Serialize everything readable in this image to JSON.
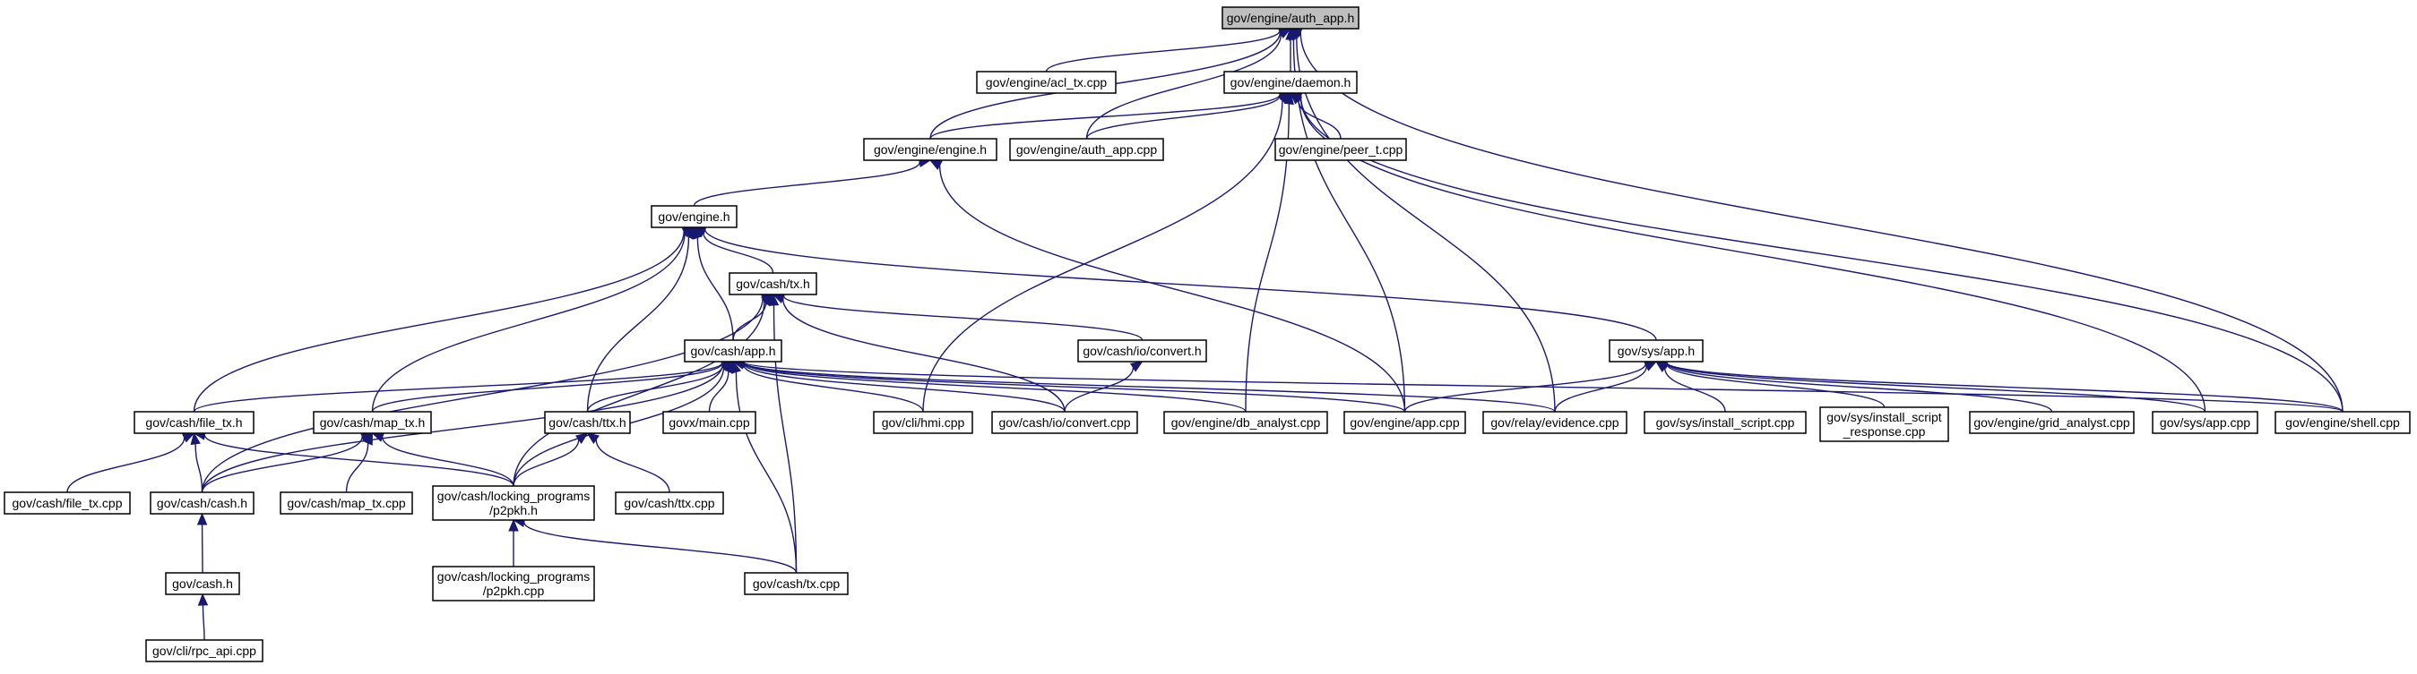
{
  "graph": {
    "edge_color": "#191970",
    "root_fill": "#bfbfbf",
    "nodes": [
      {
        "id": "auth_app_h",
        "lines": [
          "gov/engine/auth_app.h"
        ],
        "root": true
      },
      {
        "id": "acl_tx_cpp",
        "lines": [
          "gov/engine/acl_tx.cpp"
        ]
      },
      {
        "id": "daemon_h",
        "lines": [
          "gov/engine/daemon.h"
        ]
      },
      {
        "id": "engine_engine_h",
        "lines": [
          "gov/engine/engine.h"
        ]
      },
      {
        "id": "auth_app_cpp",
        "lines": [
          "gov/engine/auth_app.cpp"
        ]
      },
      {
        "id": "peer_t_cpp",
        "lines": [
          "gov/engine/peer_t.cpp"
        ]
      },
      {
        "id": "engine_h",
        "lines": [
          "gov/engine.h"
        ]
      },
      {
        "id": "cash_tx_h",
        "lines": [
          "gov/cash/tx.h"
        ]
      },
      {
        "id": "cash_app_h",
        "lines": [
          "gov/cash/app.h"
        ]
      },
      {
        "id": "io_convert_h",
        "lines": [
          "gov/cash/io/convert.h"
        ]
      },
      {
        "id": "sys_app_h",
        "lines": [
          "gov/sys/app.h"
        ]
      },
      {
        "id": "file_tx_h",
        "lines": [
          "gov/cash/file_tx.h"
        ]
      },
      {
        "id": "map_tx_h",
        "lines": [
          "gov/cash/map_tx.h"
        ]
      },
      {
        "id": "ttx_h",
        "lines": [
          "gov/cash/ttx.h"
        ]
      },
      {
        "id": "govx_main_cpp",
        "lines": [
          "govx/main.cpp"
        ]
      },
      {
        "id": "hmi_cpp",
        "lines": [
          "gov/cli/hmi.cpp"
        ]
      },
      {
        "id": "io_convert_cpp",
        "lines": [
          "gov/cash/io/convert.cpp"
        ]
      },
      {
        "id": "db_analyst_cpp",
        "lines": [
          "gov/engine/db_analyst.cpp"
        ]
      },
      {
        "id": "engine_app_cpp",
        "lines": [
          "gov/engine/app.cpp"
        ]
      },
      {
        "id": "evidence_cpp",
        "lines": [
          "gov/relay/evidence.cpp"
        ]
      },
      {
        "id": "install_script_cpp",
        "lines": [
          "gov/sys/install_script.cpp"
        ]
      },
      {
        "id": "install_script_response_cpp",
        "lines": [
          "gov/sys/install_script",
          "_response.cpp"
        ]
      },
      {
        "id": "grid_analyst_cpp",
        "lines": [
          "gov/engine/grid_analyst.cpp"
        ]
      },
      {
        "id": "sys_app_cpp",
        "lines": [
          "gov/sys/app.cpp"
        ]
      },
      {
        "id": "shell_cpp",
        "lines": [
          "gov/engine/shell.cpp"
        ]
      },
      {
        "id": "file_tx_cpp",
        "lines": [
          "gov/cash/file_tx.cpp"
        ]
      },
      {
        "id": "cash_cash_h",
        "lines": [
          "gov/cash/cash.h"
        ]
      },
      {
        "id": "map_tx_cpp",
        "lines": [
          "gov/cash/map_tx.cpp"
        ]
      },
      {
        "id": "p2pkh_h",
        "lines": [
          "gov/cash/locking_programs",
          "/p2pkh.h"
        ]
      },
      {
        "id": "ttx_cpp",
        "lines": [
          "gov/cash/ttx.cpp"
        ]
      },
      {
        "id": "cash_h",
        "lines": [
          "gov/cash.h"
        ]
      },
      {
        "id": "p2pkh_cpp",
        "lines": [
          "gov/cash/locking_programs",
          "/p2pkh.cpp"
        ]
      },
      {
        "id": "cash_tx_cpp",
        "lines": [
          "gov/cash/tx.cpp"
        ]
      },
      {
        "id": "rpc_api_cpp",
        "lines": [
          "gov/cli/rpc_api.cpp"
        ]
      }
    ],
    "edges": [
      [
        "acl_tx_cpp",
        "auth_app_h"
      ],
      [
        "daemon_h",
        "auth_app_h"
      ],
      [
        "engine_engine_h",
        "auth_app_h"
      ],
      [
        "auth_app_cpp",
        "auth_app_h"
      ],
      [
        "engine_app_cpp",
        "auth_app_h"
      ],
      [
        "evidence_cpp",
        "auth_app_h"
      ],
      [
        "shell_cpp",
        "auth_app_h"
      ],
      [
        "engine_engine_h",
        "daemon_h"
      ],
      [
        "auth_app_cpp",
        "daemon_h"
      ],
      [
        "peer_t_cpp",
        "daemon_h"
      ],
      [
        "hmi_cpp",
        "daemon_h"
      ],
      [
        "db_analyst_cpp",
        "daemon_h"
      ],
      [
        "sys_app_cpp",
        "daemon_h"
      ],
      [
        "shell_cpp",
        "daemon_h"
      ],
      [
        "engine_h",
        "engine_engine_h"
      ],
      [
        "engine_app_cpp",
        "engine_engine_h"
      ],
      [
        "cash_tx_h",
        "engine_h"
      ],
      [
        "cash_app_h",
        "engine_h"
      ],
      [
        "sys_app_h",
        "engine_h"
      ],
      [
        "file_tx_h",
        "engine_h"
      ],
      [
        "map_tx_h",
        "engine_h"
      ],
      [
        "ttx_h",
        "engine_h"
      ],
      [
        "cash_app_h",
        "cash_tx_h"
      ],
      [
        "io_convert_h",
        "cash_tx_h"
      ],
      [
        "io_convert_cpp",
        "cash_tx_h"
      ],
      [
        "cash_cash_h",
        "cash_tx_h"
      ],
      [
        "p2pkh_h",
        "cash_tx_h"
      ],
      [
        "cash_tx_cpp",
        "cash_tx_h"
      ],
      [
        "file_tx_h",
        "cash_app_h"
      ],
      [
        "map_tx_h",
        "cash_app_h"
      ],
      [
        "ttx_h",
        "cash_app_h"
      ],
      [
        "govx_main_cpp",
        "cash_app_h"
      ],
      [
        "hmi_cpp",
        "cash_app_h"
      ],
      [
        "io_convert_cpp",
        "cash_app_h"
      ],
      [
        "db_analyst_cpp",
        "cash_app_h"
      ],
      [
        "engine_app_cpp",
        "cash_app_h"
      ],
      [
        "evidence_cpp",
        "cash_app_h"
      ],
      [
        "shell_cpp",
        "cash_app_h"
      ],
      [
        "cash_cash_h",
        "cash_app_h"
      ],
      [
        "p2pkh_h",
        "cash_app_h"
      ],
      [
        "cash_tx_cpp",
        "cash_app_h"
      ],
      [
        "io_convert_cpp",
        "io_convert_h"
      ],
      [
        "engine_app_cpp",
        "sys_app_h"
      ],
      [
        "evidence_cpp",
        "sys_app_h"
      ],
      [
        "install_script_cpp",
        "sys_app_h"
      ],
      [
        "install_script_response_cpp",
        "sys_app_h"
      ],
      [
        "grid_analyst_cpp",
        "sys_app_h"
      ],
      [
        "sys_app_cpp",
        "sys_app_h"
      ],
      [
        "shell_cpp",
        "sys_app_h"
      ],
      [
        "file_tx_cpp",
        "file_tx_h"
      ],
      [
        "cash_cash_h",
        "file_tx_h"
      ],
      [
        "p2pkh_h",
        "file_tx_h"
      ],
      [
        "cash_cash_h",
        "map_tx_h"
      ],
      [
        "map_tx_cpp",
        "map_tx_h"
      ],
      [
        "p2pkh_h",
        "map_tx_h"
      ],
      [
        "p2pkh_h",
        "ttx_h"
      ],
      [
        "ttx_cpp",
        "ttx_h"
      ],
      [
        "cash_h",
        "cash_cash_h"
      ],
      [
        "p2pkh_cpp",
        "p2pkh_h"
      ],
      [
        "cash_tx_cpp",
        "p2pkh_h"
      ],
      [
        "rpc_api_cpp",
        "cash_h"
      ]
    ]
  }
}
